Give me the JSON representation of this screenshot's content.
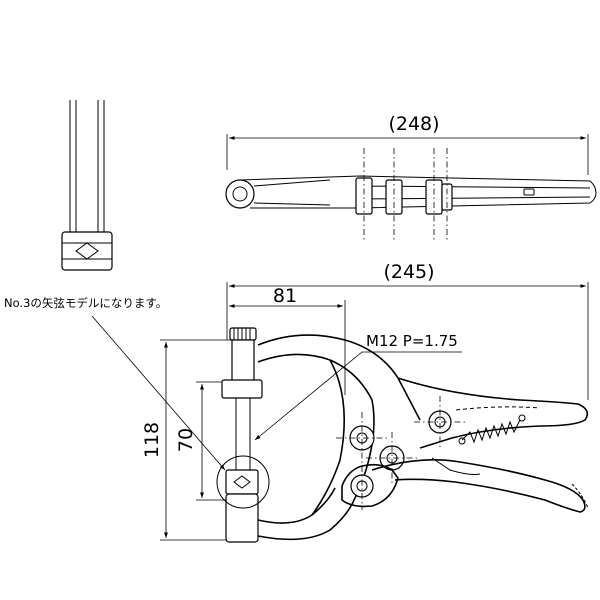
{
  "dimensions": {
    "top_length": "(248)",
    "bottom_length": "(245)",
    "jaw_reach": "81",
    "overall_height": "118",
    "opening": "70",
    "thread": "M12 P=1.75"
  },
  "note": "No.3の矢弦モデルになります。",
  "colors": {
    "line": "#000000",
    "background": "#ffffff"
  }
}
